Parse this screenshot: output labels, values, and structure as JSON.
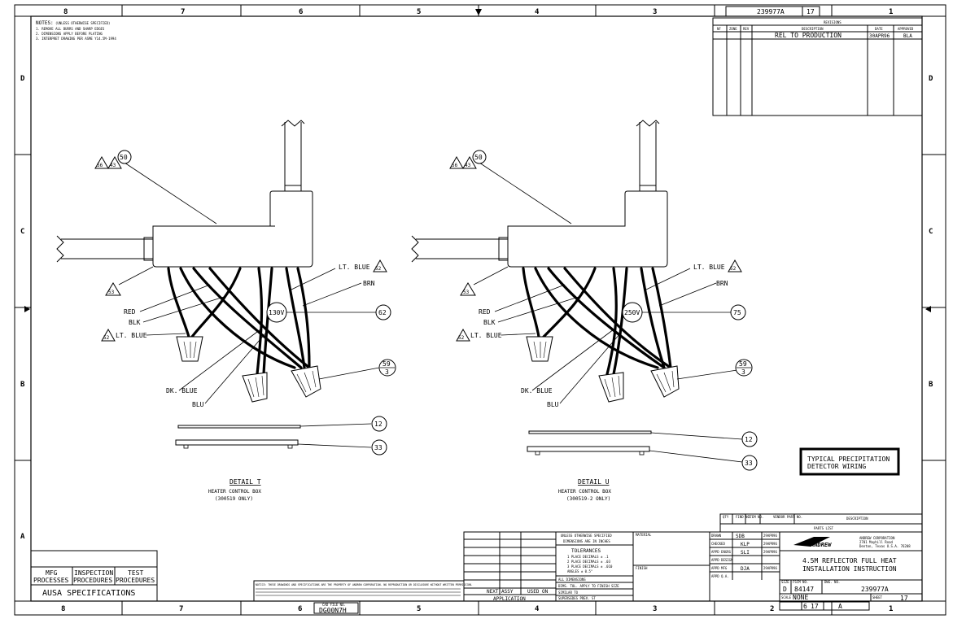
{
  "drawing": {
    "number": "239977A",
    "sheet": "17",
    "revisions_title": "REVISIONS",
    "rev_headers": [
      "NF",
      "ZONE",
      "REV",
      "DESCRIPTION",
      "DATE",
      "APPROVED"
    ],
    "rev_entry": {
      "description": "REL TO PRODUCTION",
      "date": "30APR96",
      "approved": "BLA"
    }
  },
  "zones": {
    "columns": [
      "8",
      "7",
      "6",
      "5",
      "4",
      "3",
      "2",
      "1"
    ],
    "rows": [
      "D",
      "C",
      "B",
      "A"
    ]
  },
  "notes": {
    "title": "NOTES:",
    "qualifier": "(UNLESS OTHERWISE SPECIFIED)",
    "lines": [
      "1. REMOVE ALL BURRS AND SHARP EDGES",
      "2. DIMENSIONS APPLY BEFORE PLATING",
      "3. INTERPRET DRAWING PER ASME Y14.5M-1994"
    ]
  },
  "detail_t": {
    "title": "DETAIL T",
    "sub1": "HEATER CONTROL BOX",
    "sub2": "(300519 ONLY)",
    "voltage": "130V",
    "callouts": {
      "c50": "50",
      "c56": "56",
      "c43": "43",
      "c53": "53",
      "c52a": "52",
      "c52b": "52",
      "c62": "62",
      "c59": "59",
      "c59q": "3",
      "c12": "12",
      "c33": "33"
    },
    "labels": {
      "red": "RED",
      "blk": "BLK",
      "ltblue": "LT. BLUE",
      "dkblue": "DK. BLUE",
      "blu": "BLU",
      "ltblue2": "LT. BLUE",
      "brn": "BRN"
    }
  },
  "detail_u": {
    "title": "DETAIL U",
    "sub1": "HEATER CONTROL BOX",
    "sub2": "(300519-2 ONLY)",
    "voltage": "250V",
    "callouts": {
      "c50": "50",
      "c56": "56",
      "c43": "43",
      "c53": "53",
      "c52a": "52",
      "c52b": "52",
      "c75": "75",
      "c59": "59",
      "c59q": "3",
      "c12": "12",
      "c33": "33"
    },
    "labels": {
      "red": "RED",
      "blk": "BLK",
      "ltblue": "LT. BLUE",
      "dkblue": "DK. BLUE",
      "blu": "BLU",
      "ltblue2": "LT. BLUE",
      "brn": "BRN"
    }
  },
  "typical_box": {
    "line1": "TYPICAL PRECIPITATION",
    "line2": "DETECTOR WIRING"
  },
  "specs": {
    "mfg": "MFG",
    "mfg2": "PROCESSES",
    "insp": "INSPECTION",
    "insp2": "PROCEDURES",
    "test": "TEST",
    "test2": "PROCEDURES",
    "ausa": "AUSA SPECIFICATIONS"
  },
  "application": {
    "next_assy": "NEXT ASSY",
    "used_on": "USED ON",
    "label": "APPLICATION"
  },
  "tolerances": {
    "header1": "UNLESS OTHERWISE SPECIFIED",
    "header2": "DIMENSIONS ARE IN INCHES",
    "title": "TOLERANCES",
    "lines": [
      "1 PLACE DECIMALS ± .1",
      "2 PLACE DECIMALS ± .03",
      "3 PLACE DECIMALS ± .010",
      "ANGLES ± 0.5°"
    ],
    "rows": [
      "ALL DIMENSIONS",
      "DIMS. TOL. APPLY TO FINISH SIZE",
      "SIMILAR TO",
      "SUPERSEDES PREV. ST"
    ]
  },
  "material": {
    "material": "MATERIAL",
    "finish": "FINISH"
  },
  "approvals": {
    "rows": [
      {
        "role": "DRAWN",
        "name": "SDB",
        "date": "29APR96"
      },
      {
        "role": "CHECKED",
        "name": "KLP",
        "date": "29APR96"
      },
      {
        "role": "APPD ENGRG",
        "name": "SLI",
        "date": "29APR96"
      },
      {
        "role": "APPD DESIGN",
        "name": "",
        "date": ""
      },
      {
        "role": "APPD MFG",
        "name": "DJA",
        "date": "29APR96"
      },
      {
        "role": "APPD Q.A.",
        "name": "",
        "date": ""
      }
    ]
  },
  "company": {
    "logo": "ANDREW",
    "name": "ANDREW CORPORATION",
    "addr1": "2701 Mayhill Road",
    "addr2": "Denton, Texas  U.S.A.  76208"
  },
  "title_block": {
    "title1": "4.5M REFLECTOR FULL HEAT",
    "title2": "INSTALLATION INSTRUCTION",
    "size_label": "SIZE",
    "size": "D",
    "fscm_label": "FSCM NO.",
    "fscm": "84147",
    "dwg_label": "DWG. NO.",
    "dwg": "239977A",
    "scale_label": "SCALE",
    "scale": "NONE",
    "sheet_label": "SHEET",
    "sheet": "17",
    "cad_label": "CAD FILE NO.",
    "cad": "DG00N7H",
    "pages": [
      "6",
      "17",
      "A"
    ]
  },
  "parts_list": {
    "title": "PARTS LIST",
    "headers": [
      "QTY",
      "FIND NO.",
      "ITEM NO.",
      "VENDOR PART NO.",
      "DESCRIPTION"
    ]
  },
  "disclaimer": "NOTICE: THESE DRAWINGS AND SPECIFICATIONS ARE THE PROPERTY OF ANDREW CORPORATION. NO REPRODUCTION OR DISCLOSURE WITHOUT WRITTEN PERMISSION."
}
